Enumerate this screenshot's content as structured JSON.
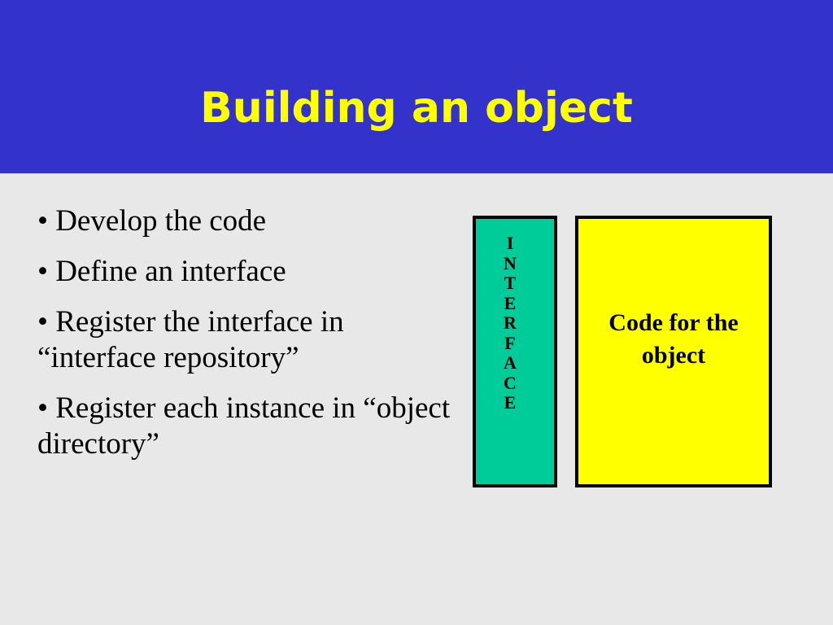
{
  "slide": {
    "title": "Building an object",
    "bullets": [
      "• Develop the code",
      "• Define an interface",
      "• Register the interface in “interface repository”",
      "• Register each instance in “object directory”"
    ]
  },
  "diagram": {
    "interface_letters": [
      "I",
      "N",
      "T",
      "E",
      "R",
      "F",
      "A",
      "C",
      "E"
    ],
    "code_box_label": "Code for the object",
    "colors": {
      "title_background": "#3333cc",
      "title_text": "#ffff00",
      "slide_background": "#e8e8e8",
      "interface_box": "#00cc99",
      "code_box": "#ffff00"
    }
  }
}
